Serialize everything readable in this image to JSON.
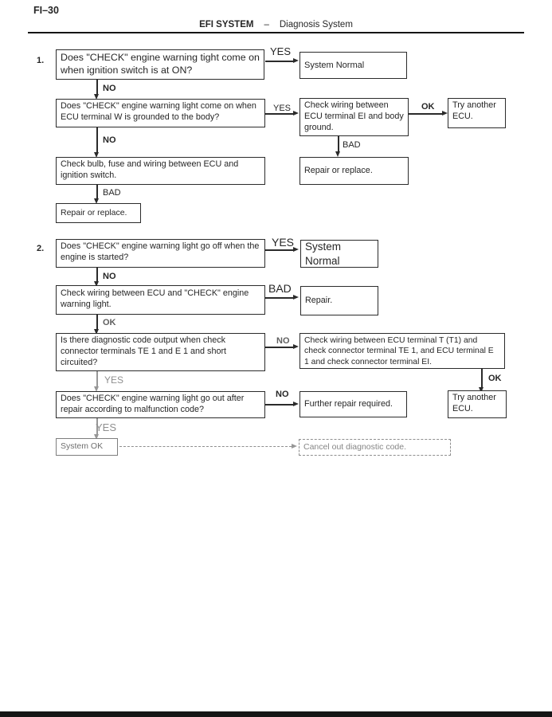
{
  "header": {
    "page_number": "FI–30",
    "section_title": "EFI SYSTEM",
    "separator": "–",
    "subtitle": "Diagnosis System"
  },
  "labels": {
    "yes": "YES",
    "no": "NO",
    "ok": "OK",
    "bad": "BAD"
  },
  "flow1": {
    "number": "1.",
    "q_light_on_ignition": "Does \"CHECK\" engine warning tight come on when ignition switch is at ON?",
    "system_normal": "System Normal",
    "q_terminal_w_grounded": "Does \"CHECK\" engine warning light come on when ECU terminal W is grounded to the body?",
    "check_wiring_terminal_ei": "Check wiring between ECU terminal EI and body ground.",
    "try_another_ecu": "Try another ECU.",
    "repair_or_replace_right": "Repair or replace.",
    "check_bulb_fuse_wiring": "Check bulb, fuse and wiring between ECU and ignition switch.",
    "repair_or_replace_left": "Repair or replace."
  },
  "flow2": {
    "number": "2.",
    "q_light_go_off": "Does \"CHECK\" engine warning light go off when the engine is started?",
    "system_normal": "System Normal",
    "check_wiring_check_light": "Check wiring between ECU and \"CHECK\" engine warning light.",
    "repair": "Repair.",
    "q_diagnostic_code_output": "Is there diagnostic code output when check connector terminals TE 1 and E 1 and short circuited?",
    "check_wiring_t_t1": "Check wiring between ECU terminal T (T1) and check connector terminal TE 1, and ECU terminal E 1 and check connector terminal EI.",
    "q_light_go_out_after_repair": "Does \"CHECK\" engine warning light go out after repair according to malfunction code?",
    "further_repair_required": "Further repair required.",
    "try_another_ecu": "Try another ECU.",
    "system_ok": "System OK",
    "cancel_out_diagnostic_code": "Cancel out diagnostic code."
  }
}
